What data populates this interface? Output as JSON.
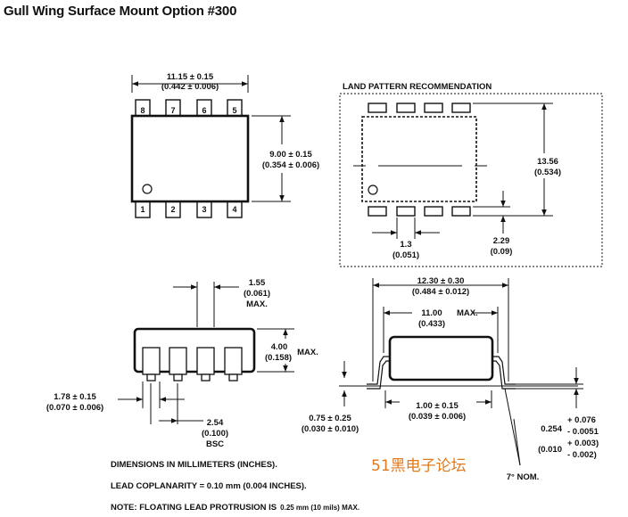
{
  "title": "Gull Wing Surface Mount Option #300",
  "top_view": {
    "width_mm": "11.15 ± 0.15",
    "width_in": "(0.442 ± 0.006)",
    "height_mm": "9.00 ± 0.15",
    "height_in": "(0.354 ± 0.006)",
    "pins_top": [
      "8",
      "7",
      "6",
      "5"
    ],
    "pins_bottom": [
      "1",
      "2",
      "3",
      "4"
    ]
  },
  "land_pattern": {
    "heading": "LAND PATTERN RECOMMENDATION",
    "height_mm": "13.56",
    "height_in": "(0.534)",
    "pitch_mm": "1.3",
    "pitch_in": "(0.051)",
    "pad_mm": "2.29",
    "pad_in": "(0.09)"
  },
  "side_view": {
    "lead_mm": "1.55",
    "lead_in": "(0.061)",
    "lead_max": "MAX.",
    "height_mm": "4.00",
    "height_in": "(0.158)",
    "height_max": "MAX.",
    "width_mm": "1.78 ± 0.15",
    "width_in": "(0.070 ± 0.006)",
    "pitch_mm": "2.54",
    "pitch_in": "(0.100)",
    "pitch_note": "BSC"
  },
  "end_view": {
    "span_mm": "12.30 ± 0.30",
    "span_in": "(0.484 ± 0.012)",
    "body_mm": "11.00",
    "body_max": "MAX.",
    "body_in": "(0.433)",
    "foot_mm": "1.00 ± 0.15",
    "foot_in": "(0.039 ± 0.006)",
    "standoff_mm": "0.75 ± 0.25",
    "standoff_in": "(0.030 ± 0.010)",
    "thick_mm_base": "0.254",
    "thick_mm_plus": "+ 0.076",
    "thick_mm_minus": "- 0.0051",
    "thick_in_base": "(0.010",
    "thick_in_plus": "+ 0.003)",
    "thick_in_minus": "- 0.002)",
    "angle": "7° NOM."
  },
  "watermark": "51黑电子论坛",
  "notes": [
    "DIMENSIONS IN MILLIMETERS (INCHES).",
    "LEAD COPLANARITY = 0.10 mm (0.004 INCHES).",
    "NOTE: FLOATING LEAD PROTRUSION IS"
  ],
  "note_small": "0.25 mm (10 mils) MAX."
}
